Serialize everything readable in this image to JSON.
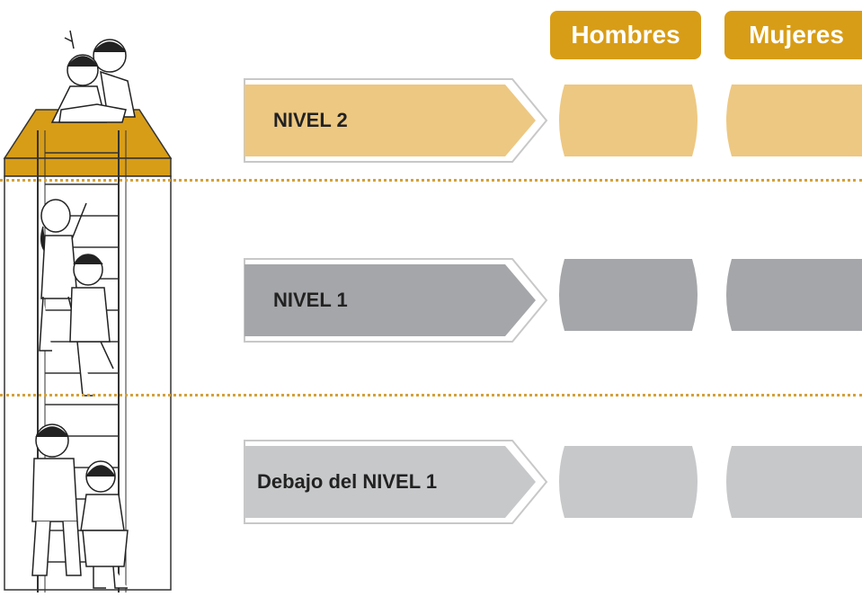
{
  "colors": {
    "gold_dark": "#d89d17",
    "gold_light": "#edc882",
    "gray_dark": "#a5a6a9",
    "gray_light": "#c7c8ca",
    "dotted_line": "#d4a13a"
  },
  "columns": {
    "hombres": "Hombres",
    "mujeres": "Mujeres"
  },
  "levels": [
    {
      "label": "NIVEL 2",
      "fill": "#edc882"
    },
    {
      "label": "NIVEL 1",
      "fill": "#a5a6a9"
    },
    {
      "label": "Debajo del NIVEL 1",
      "fill": "#c7c8ca"
    }
  ],
  "illustration": {
    "icon": "children-climbing-ladder-illustration"
  }
}
